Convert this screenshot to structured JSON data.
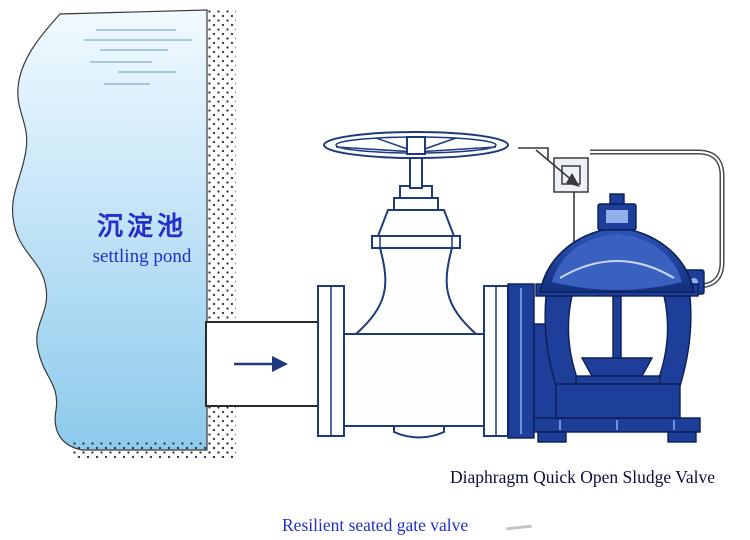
{
  "pond": {
    "label_cn": "沉淀池",
    "label_en": "settling pond"
  },
  "valves": {
    "sludge_label": "Diaphragm Quick Open Sludge Valve",
    "gate_label": "Resilient seated gate valve"
  },
  "icons": {
    "flow_arrow": "right-arrow",
    "pilot_actuation": "diagonal-arrow"
  },
  "colors": {
    "pond_top": "#f2fafe",
    "pond_mid": "#cfeafa",
    "pond_bottom": "#8ccaec",
    "valve_navy": "#1d3f9a",
    "dome_top": "#2c55b8",
    "dome_bottom": "#14307e",
    "outline_blue": "#1e3a7c",
    "label_blue": "#2130c8",
    "label_dark": "#0d0d3a"
  }
}
